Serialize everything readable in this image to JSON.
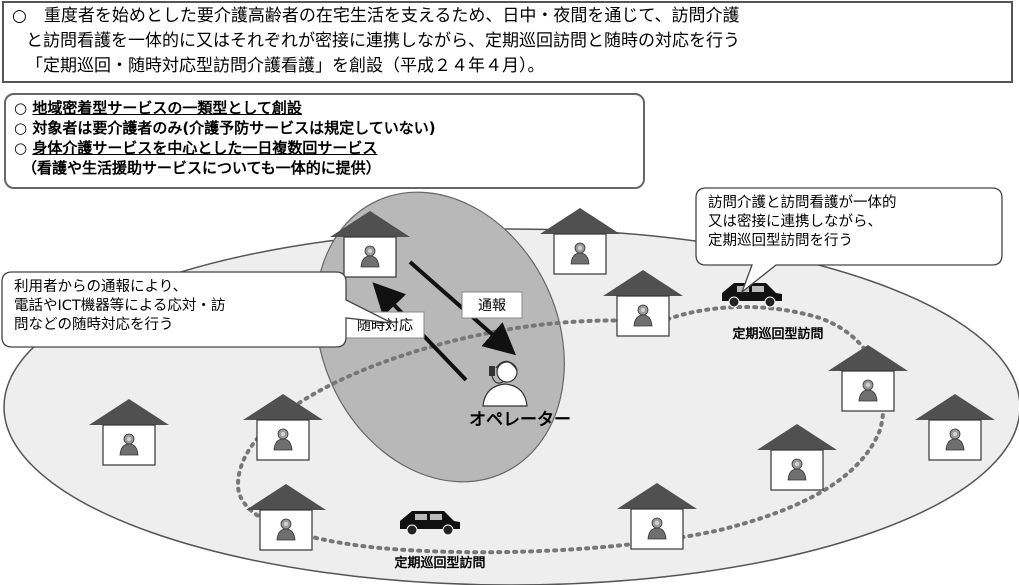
{
  "summary": {
    "lines": [
      "○　重度者を始めとした要介護高齢者の在宅生活を支えるため、日中・夜間を通じて、訪問介護",
      "と訪問看護を一体的に又はそれぞれが密接に連携しながら、定期巡回訪問と随時の対応を行う",
      "「定期巡回・随時対応型訪問介護看護」を創設（平成２４年４月）。"
    ]
  },
  "features": {
    "items": [
      {
        "bullet": "○",
        "text": "地域密着型サービスの一類型として創設"
      },
      {
        "bullet": "○",
        "text": "対象者は要介護者のみ(介護予防サービスは規定していない)"
      },
      {
        "bullet": "○",
        "text": "身体介護サービスを中心とした一日複数回サービス"
      }
    ],
    "sub_note": "（看護や生活援助サービスについても一体的に提供）"
  },
  "callouts": {
    "right": [
      "訪問介護と訪問看護が一体的",
      "又は密接に連携しながら、",
      "定期巡回型訪問を行う"
    ],
    "left": [
      "利用者からの通報により、",
      "電話やICT機器等による応対・訪",
      "問などの随時対応を行う"
    ]
  },
  "diagram": {
    "operator_label": "オペレーター",
    "report_label": "通報",
    "response_label": "随時対応",
    "route_label_right": "定期巡回型訪問",
    "route_label_bottom": "定期巡回型訪問"
  },
  "colors": {
    "region_fill": "#eeeeee",
    "zone_fill": "#b8b8b8",
    "roof": "#505050",
    "route_dots": "#777777"
  },
  "icons": [
    "house-icon",
    "person-icon",
    "car-icon",
    "operator-icon",
    "arrow-icon"
  ]
}
